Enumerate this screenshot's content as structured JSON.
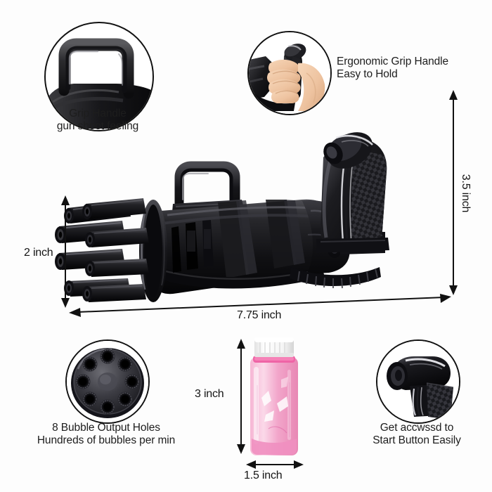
{
  "page": {
    "background_color": "#fdfdfd",
    "text_color": "#1d1d1d",
    "product_color": "#101012",
    "bottle_liquid_color": "#f4a9cd",
    "bottle_cap_color": "#ffffff",
    "skin_color": "#f0c9a8"
  },
  "callouts": {
    "grip_handle": {
      "caption": "Grip Handle\ngun shoot feeling",
      "icon": "carry-handle-icon"
    },
    "ergonomic_grip": {
      "caption": "Ergonomic Grip Handle\nEasy to Hold",
      "icon": "hand-holding-grip-icon"
    },
    "bubble_holes": {
      "caption": "8 Bubble Output Holes\nHundreds of bubbles per min",
      "icon": "eight-barrel-muzzle-icon"
    },
    "start_button": {
      "caption": "Get accwssd to\nStart Button Easily",
      "icon": "trigger-knob-icon"
    }
  },
  "dimensions": {
    "height_left": "2 inch",
    "length_bottom": "7.75 inch",
    "height_right": "3.5 inch",
    "bottle_height": "3 inch",
    "bottle_width": "1.5 inch"
  },
  "product": {
    "name": "gatling-bubble-gun",
    "barrel_count": 8
  },
  "bottle": {
    "name": "bubble-solution-bottle"
  }
}
